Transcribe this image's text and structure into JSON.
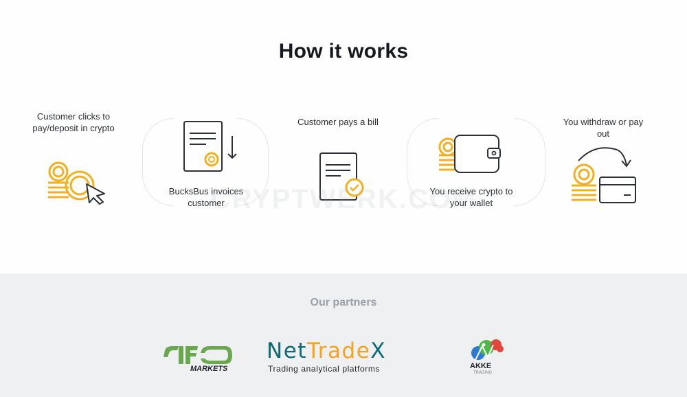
{
  "header": {
    "title": "How it works"
  },
  "steps": [
    {
      "label": "Customer clicks to pay/deposit in crypto",
      "icon": "coins-cursor-icon"
    },
    {
      "label": "BucksBus invoices customer",
      "icon": "invoice-icon"
    },
    {
      "label": "Customer pays a bill",
      "icon": "paid-bill-icon"
    },
    {
      "label": "You receive crypto to your wallet",
      "icon": "wallet-coins-icon"
    },
    {
      "label": "You withdraw or pay out",
      "icon": "withdraw-card-icon"
    }
  ],
  "watermark": "CRYPTWERK.COM",
  "partners": {
    "title": "Our partners",
    "logos": [
      {
        "name": "IFC MARKETS",
        "sub": "MARKETS"
      },
      {
        "name_parts": [
          "Net",
          "Trade",
          "X"
        ],
        "sub": "Trading analytical platforms"
      },
      {
        "name": "AKKE",
        "sub": "TRADING"
      }
    ]
  },
  "colors": {
    "accent": "#f2b01e",
    "icon_stroke": "#2b2f36",
    "partners_bg": "#eff0f2",
    "ifc_green": "#6aa84f",
    "nettradex_teal": "#0d6b78",
    "nettradex_orange": "#f4a220"
  }
}
